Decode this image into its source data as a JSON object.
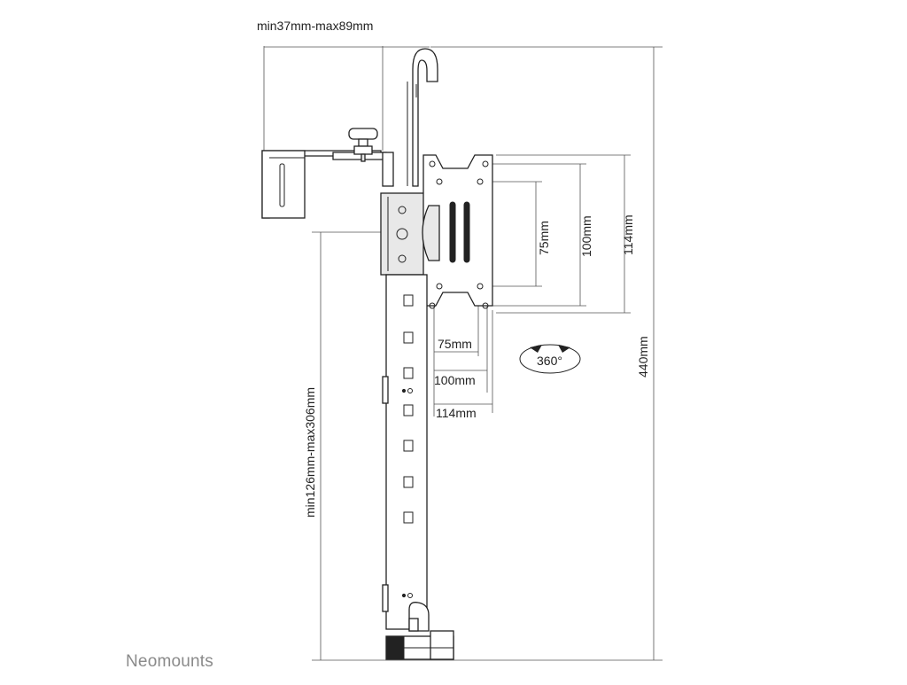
{
  "brand": "Neomounts",
  "dimensions": {
    "clamp_range": "min37mm-max89mm",
    "height_range": "min126mm-max306mm",
    "total_height": "440mm",
    "vesa_v_75": "75mm",
    "vesa_v_100": "100mm",
    "vesa_v_114": "114mm",
    "vesa_h_75": "75mm",
    "vesa_h_100": "100mm",
    "vesa_h_114": "114mm",
    "rotation": "360°"
  },
  "icons": {
    "rotation": "rotation-arrows-icon"
  }
}
